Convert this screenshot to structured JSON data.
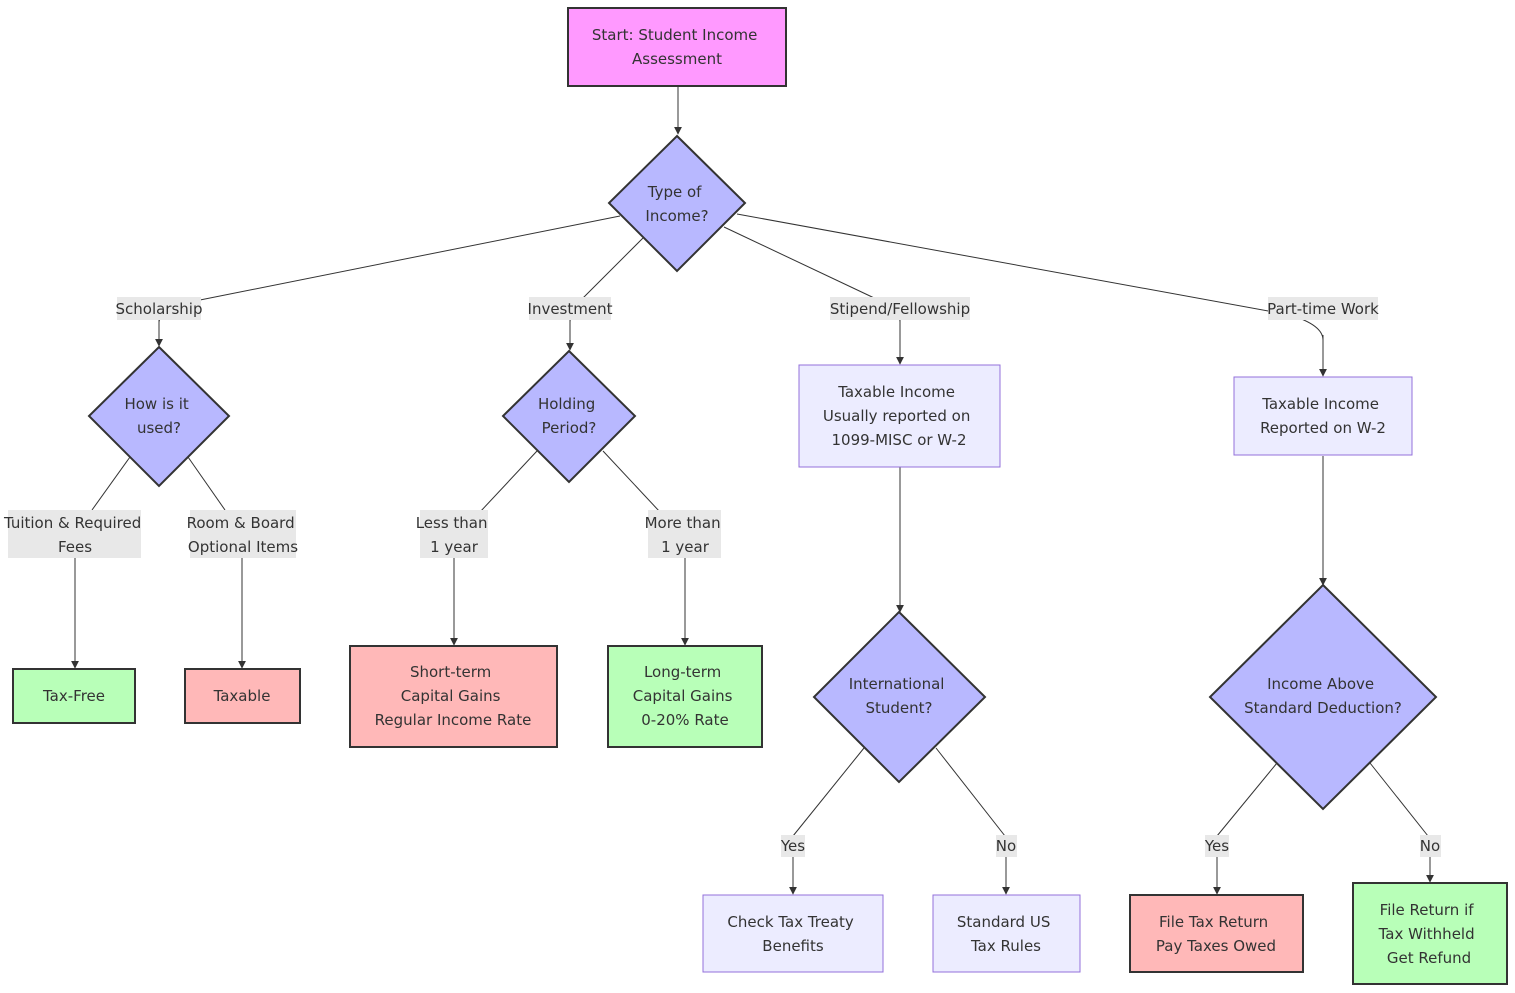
{
  "colors": {
    "start_fill": "#ff99ff",
    "decision_fill": "#b8b8ff",
    "info_fill": "#ececff",
    "info_stroke": "#9370db",
    "taxable_fill": "#ffb8b8",
    "taxfree_fill": "#b8ffb8",
    "outline": "#333333",
    "edge": "#333333",
    "label_bg": "#e8e8e8"
  },
  "nodes": {
    "start": [
      "Start: Student Income",
      "Assessment"
    ],
    "type_of_income": [
      "Type of",
      "Income?"
    ],
    "how_used": [
      "How is it",
      "used?"
    ],
    "holding_period": [
      "Holding",
      "Period?"
    ],
    "stipend_taxable": [
      "Taxable Income",
      "Usually reported on",
      "1099-MISC or W-2"
    ],
    "parttime_taxable": [
      "Taxable Income",
      "Reported on W-2"
    ],
    "tax_free": [
      "Tax-Free"
    ],
    "taxable": [
      "Taxable"
    ],
    "short_term": [
      "Short-term",
      "Capital Gains",
      "Regular Income Rate"
    ],
    "long_term": [
      "Long-term",
      "Capital Gains",
      "0-20% Rate"
    ],
    "international": [
      "International",
      "Student?"
    ],
    "income_above": [
      "Income Above",
      "Standard Deduction?"
    ],
    "tax_treaty": [
      "Check Tax Treaty",
      "Benefits"
    ],
    "standard_us": [
      "Standard US",
      "Tax Rules"
    ],
    "file_return": [
      "File Tax Return",
      "Pay Taxes Owed"
    ],
    "file_refund": [
      "File Return if",
      "Tax Withheld",
      "Get Refund"
    ]
  },
  "edge_labels": {
    "scholarship": [
      "Scholarship"
    ],
    "investment": [
      "Investment"
    ],
    "stipend": [
      "Stipend/Fellowship"
    ],
    "parttime": [
      "Part-time Work"
    ],
    "tuition": [
      "Tuition & Required",
      "Fees"
    ],
    "room_board": [
      "Room & Board",
      "Optional Items"
    ],
    "less_than": [
      "Less than",
      "1 year"
    ],
    "more_than": [
      "More than",
      "1 year"
    ],
    "intl_yes": [
      "Yes"
    ],
    "intl_no": [
      "No"
    ],
    "income_yes": [
      "Yes"
    ],
    "income_no": [
      "No"
    ]
  }
}
